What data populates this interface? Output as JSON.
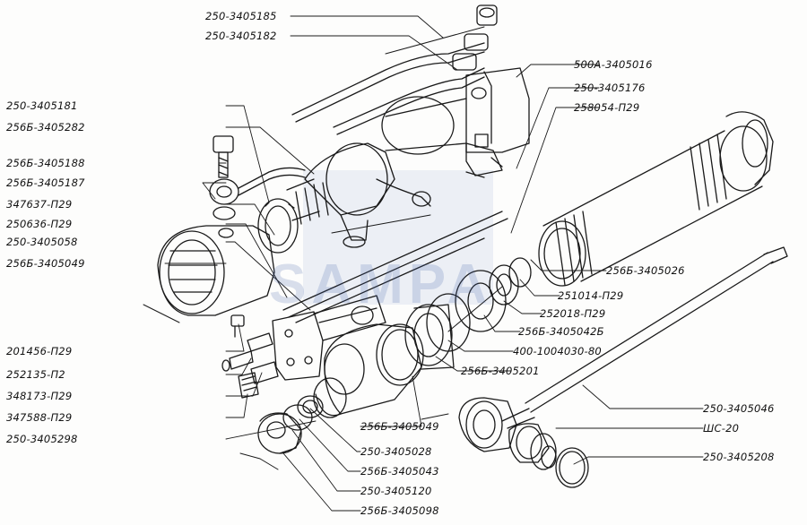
{
  "watermark": "SAMPA",
  "labels": {
    "l01": "250-3405185",
    "l02": "250-3405182",
    "l03": "500А-3405016",
    "l04": "250-3405176",
    "l05": "258054-П29",
    "l06": "250-3405181",
    "l07": "256Б-3405282",
    "l08": "256Б-3405188",
    "l09": "256Б-3405187",
    "l10": "347637-П29",
    "l11": "250636-П29",
    "l12": "250-3405058",
    "l13": "256Б-3405049",
    "l14": "256Б-3405026",
    "l15": "251014-П29",
    "l16": "252018-П29",
    "l17": "256Б-3405042Б",
    "l18": "400-1004030-80",
    "l19": "256Б-3405201",
    "l20": "201456-П29",
    "l21": "252135-П2",
    "l22": "348173-П29",
    "l23": "347588-П29",
    "l24": "250-3405298",
    "l25": "256Б-3405049",
    "l26": "250-3405028",
    "l27": "256Б-3405043",
    "l28": "250-3405120",
    "l29": "256Б-3405098",
    "l30": "250-3405046",
    "l31": "ШС-20",
    "l32": "250-3405208"
  }
}
